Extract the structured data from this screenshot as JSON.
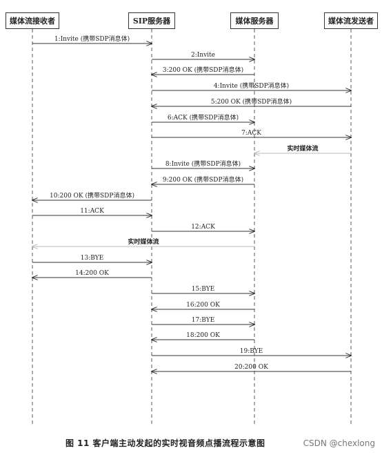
{
  "participants": [
    {
      "id": "receiver",
      "label": "媒体流接收者"
    },
    {
      "id": "sip",
      "label": "SIP服务器"
    },
    {
      "id": "media",
      "label": "媒体服务器"
    },
    {
      "id": "sender",
      "label": "媒体流发送者"
    }
  ],
  "messages": [
    {
      "from": "receiver",
      "to": "sip",
      "label": "1:Invite (携带SDP消息体)"
    },
    {
      "from": "sip",
      "to": "media",
      "label": "2:Invite"
    },
    {
      "from": "media",
      "to": "sip",
      "label": "3:200 OK (携带SDP消息体)"
    },
    {
      "from": "sip",
      "to": "sender",
      "label": "4:Invite (携带SDP消息体)"
    },
    {
      "from": "sender",
      "to": "sip",
      "label": "5:200 OK (携带SDP消息体)"
    },
    {
      "from": "sip",
      "to": "media",
      "label": "6:ACK (携带SDP消息体)"
    },
    {
      "from": "sip",
      "to": "sender",
      "label": "7:ACK"
    },
    {
      "from": "sender",
      "to": "media",
      "label": "实时媒体流",
      "style": "stream"
    },
    {
      "from": "sip",
      "to": "media",
      "label": "8:Invite (携带SDP消息体)"
    },
    {
      "from": "media",
      "to": "sip",
      "label": "9:200 OK (携带SDP消息体)"
    },
    {
      "from": "sip",
      "to": "receiver",
      "label": "10:200 OK (携带SDP消息体)"
    },
    {
      "from": "receiver",
      "to": "sip",
      "label": "11:ACK"
    },
    {
      "from": "sip",
      "to": "media",
      "label": "12:ACK"
    },
    {
      "from": "media",
      "to": "receiver",
      "label": "实时媒体流",
      "style": "stream"
    },
    {
      "from": "receiver",
      "to": "sip",
      "label": "13:BYE"
    },
    {
      "from": "sip",
      "to": "receiver",
      "label": "14:200 OK"
    },
    {
      "from": "sip",
      "to": "media",
      "label": "15:BYE"
    },
    {
      "from": "media",
      "to": "sip",
      "label": "16:200 OK"
    },
    {
      "from": "sip",
      "to": "media",
      "label": "17:BYE"
    },
    {
      "from": "media",
      "to": "sip",
      "label": "18:200 OK"
    },
    {
      "from": "sip",
      "to": "sender",
      "label": "19:BYE"
    },
    {
      "from": "sender",
      "to": "sip",
      "label": "20:200 OK"
    }
  ],
  "caption": "图 11   客户端主动发起的实时视音频点播流程示意图",
  "watermark": "CSDN @chexlong",
  "colors": {
    "line": "#333333",
    "stream": "#bbbbbb",
    "text": "#222222"
  }
}
